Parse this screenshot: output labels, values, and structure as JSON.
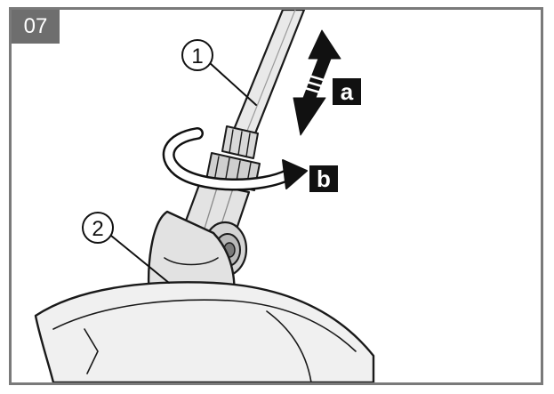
{
  "figure": {
    "step_number": "07",
    "callouts": [
      {
        "label": "1"
      },
      {
        "label": "2"
      }
    ],
    "tags": [
      {
        "label": "a"
      },
      {
        "label": "b"
      }
    ]
  }
}
